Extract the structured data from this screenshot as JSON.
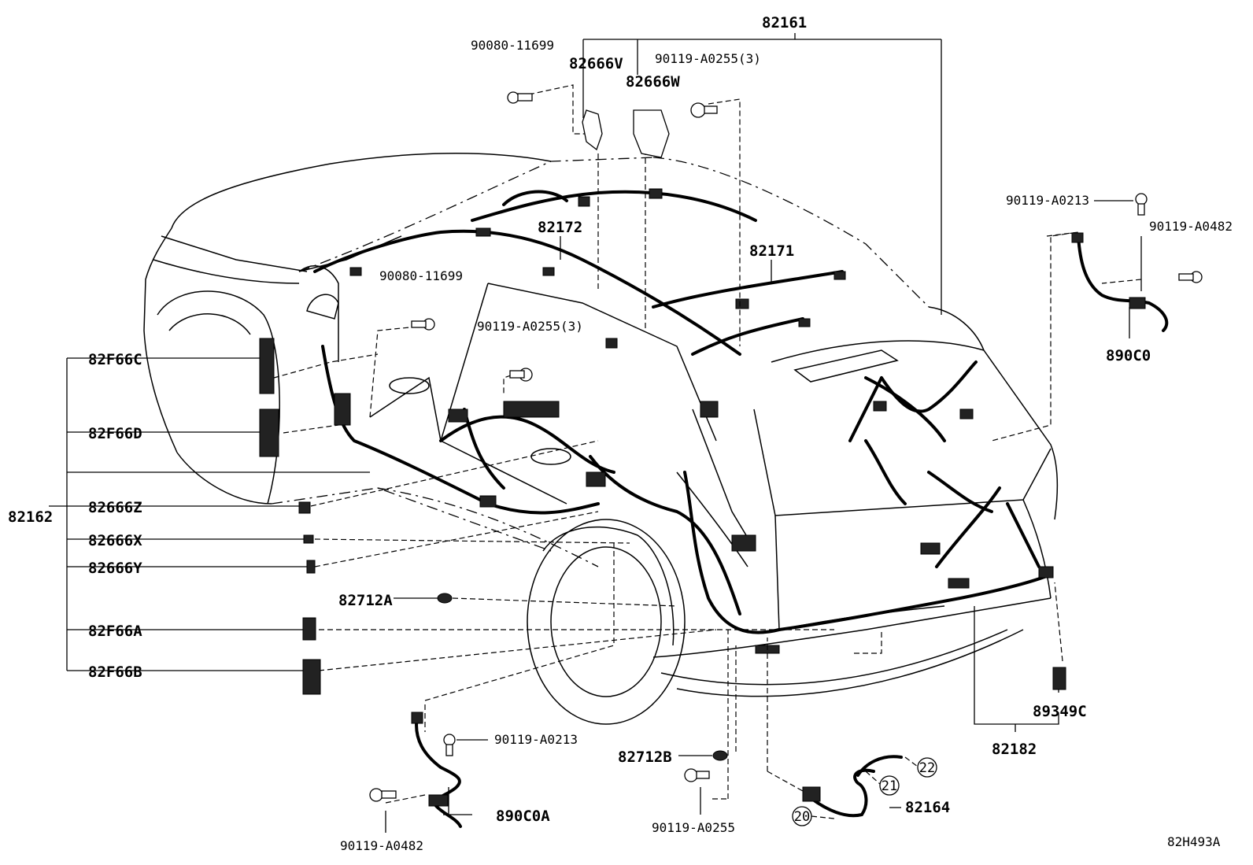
{
  "diagram_code": "82H493A",
  "labels": {
    "l_82161": "82161",
    "l_82162": "82162",
    "l_82172": "82172",
    "l_82171": "82171",
    "l_82182": "82182",
    "l_82164": "82164",
    "l_82666V": "82666V",
    "l_82666W": "82666W",
    "l_82F66C": "82F66C",
    "l_82F66D": "82F66D",
    "l_82666Z": "82666Z",
    "l_82666X": "82666X",
    "l_82666Y": "82666Y",
    "l_82712A": "82712A",
    "l_82F66A": "82F66A",
    "l_82F66B": "82F66B",
    "l_82712B": "82712B",
    "l_89349C": "89349C",
    "l_890C0": "890C0",
    "l_890C0A": "890C0A",
    "l_bolt_top": "90080-11699",
    "l_bolt_mid": "90080-11699",
    "l_a0255_top": "90119-A0255(3)",
    "l_a0255_mid": "90119-A0255(3)",
    "l_a0255_bot": "90119-A0255",
    "l_a0213_right": "90119-A0213",
    "l_a0482_right": "90119-A0482",
    "l_a0213_bot": "90119-A0213",
    "l_a0482_bot": "90119-A0482"
  },
  "callouts": [
    "20",
    "21",
    "22"
  ]
}
